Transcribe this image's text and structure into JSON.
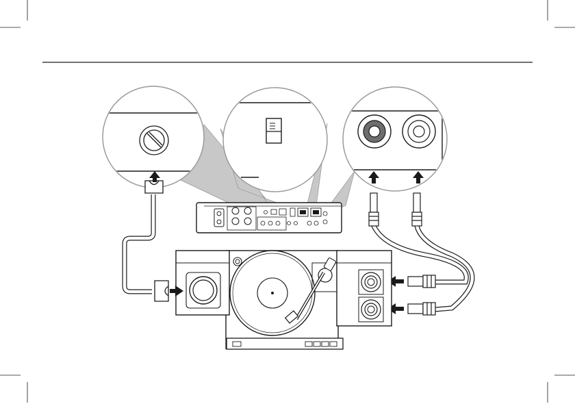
{
  "diagram": {
    "kind": "turntable-connection-illustration",
    "text": [],
    "colors": {
      "line": "#1a1a1a",
      "shade": "#c8c8c8",
      "shade_dark": "#9a9a9a",
      "jack_ring": "#6e6e6e",
      "background": "#ffffff"
    },
    "parts": [
      "ground-screw-callout",
      "switch-callout",
      "rca-jacks-callout",
      "rear-panel-unit",
      "ground-wire",
      "rca-cable",
      "turntable",
      "left-speaker",
      "right-speaker"
    ],
    "icons": [
      "arrow-up-icon",
      "arrow-right-icon",
      "arrow-left-icon"
    ]
  }
}
